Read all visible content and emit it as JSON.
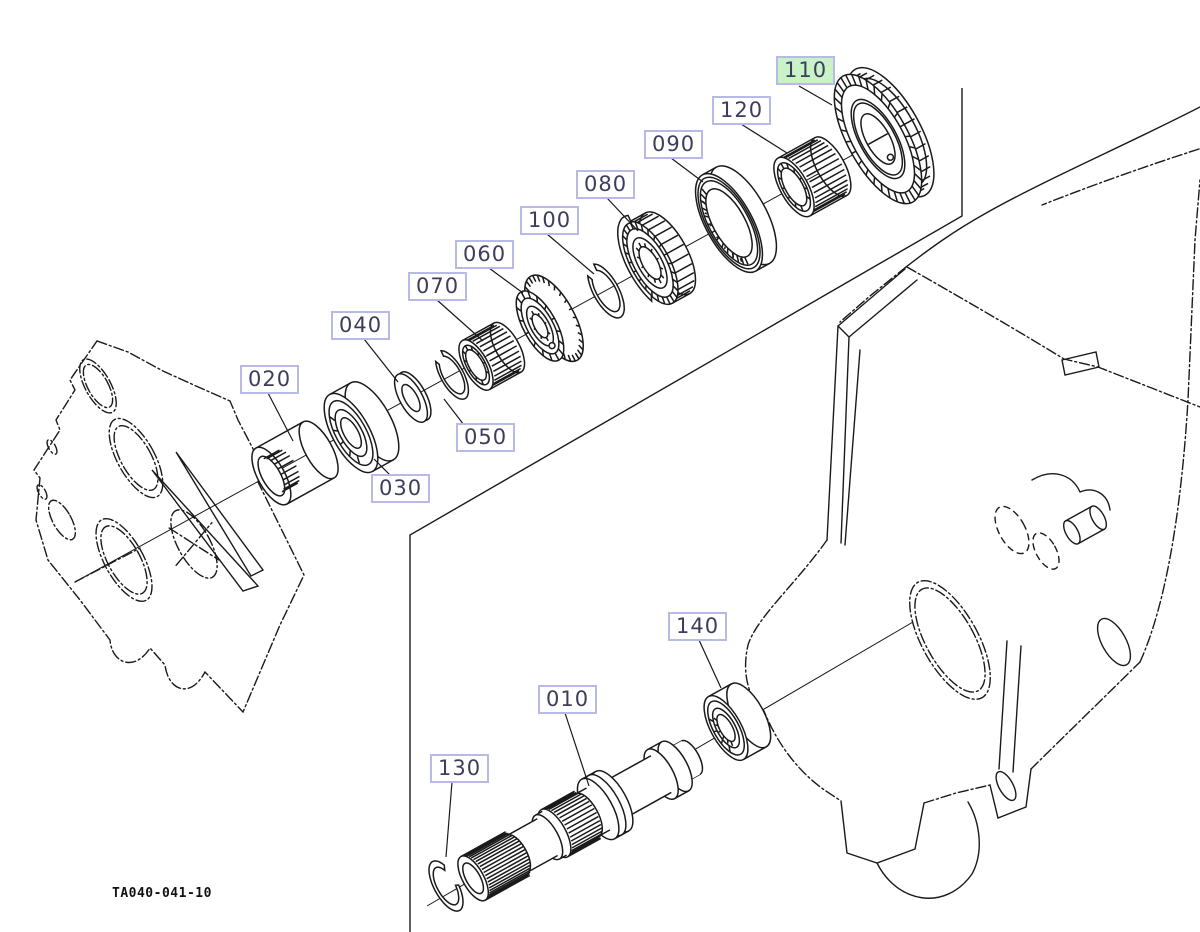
{
  "figure_code": "TA040-041-10",
  "labels": {
    "l010": "010",
    "l020": "020",
    "l030": "030",
    "l040": "040",
    "l050": "050",
    "l060": "060",
    "l070": "070",
    "l080": "080",
    "l090": "090",
    "l100": "100",
    "l110": "110",
    "l120": "120",
    "l130": "130",
    "l140": "140"
  },
  "highlight": {
    "selected_part": "110",
    "fill": "#c9f2c6"
  },
  "colors": {
    "label_border": "#b7bae7",
    "label_text": "#3d3d5c",
    "line": "#1a1a1a",
    "background": "#ffffff"
  }
}
